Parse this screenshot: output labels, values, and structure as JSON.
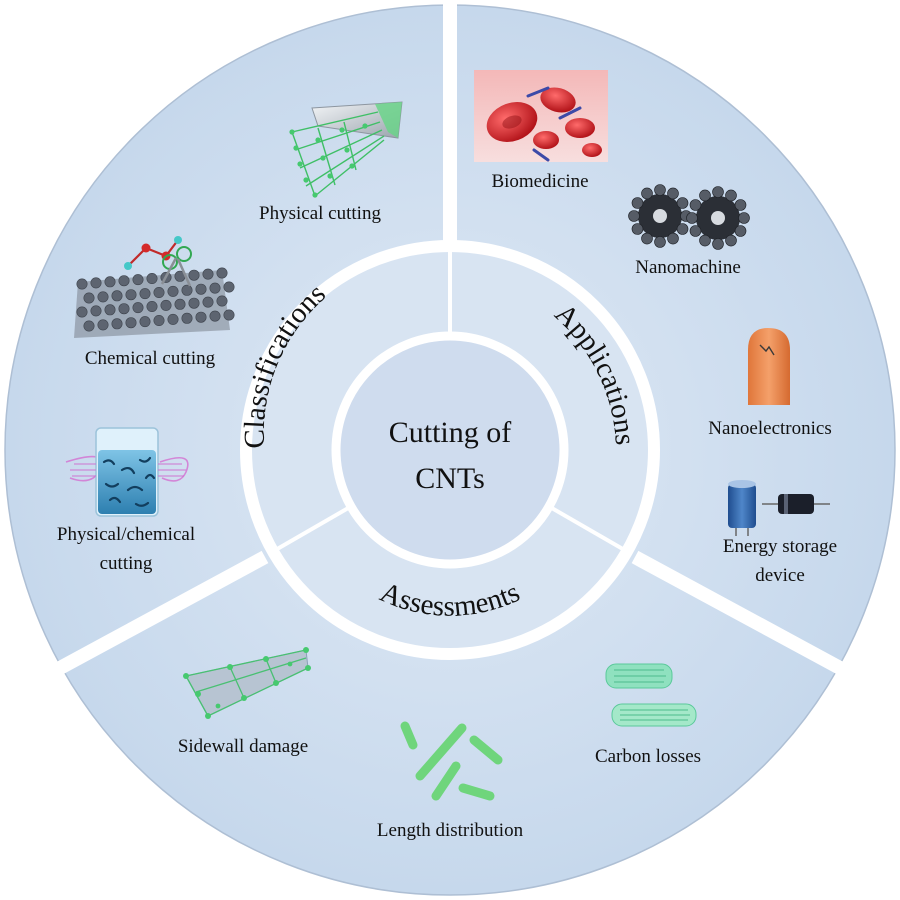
{
  "center": {
    "line1": "Cutting of",
    "line2": "CNTs"
  },
  "sections": {
    "classifications": "Classifications",
    "applications": "Applications",
    "assessments": "Assessments"
  },
  "items": {
    "physical_cutting": "Physical cutting",
    "chemical_cutting": "Chemical cutting",
    "physical_chemical_1": "Physical/chemical",
    "physical_chemical_2": "cutting",
    "biomedicine": "Biomedicine",
    "nanomachine": "Nanomachine",
    "nanoelectronics": "Nanoelectronics",
    "energy_storage_1": "Energy storage",
    "energy_storage_2": "device",
    "sidewall_damage": "Sidewall damage",
    "length_distribution": "Length distribution",
    "carbon_losses": "Carbon losses"
  },
  "colors": {
    "panel": "#cdddef",
    "panel_edge": "#a9bdd6",
    "ring": "#d6e3f2",
    "divider": "#ffffff",
    "nanotube_green": "#58c97a",
    "carbon_gray": "#5d6470",
    "blood_red": "#d4262b"
  }
}
